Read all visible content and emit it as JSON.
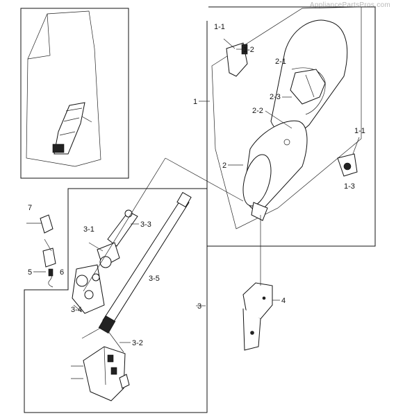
{
  "watermark": "AppliancePartsPros.com",
  "labels": {
    "p1": "1",
    "p1_1_top": "1-1",
    "p1_2": "1-2",
    "p2_1": "2-1",
    "p2_3": "2-3",
    "p2_2": "2-2",
    "p1_1_right": "1-1",
    "p1_3": "1-3",
    "p2": "2",
    "p7": "7",
    "p3_1": "3-1",
    "p3_3": "3-3",
    "p5": "5",
    "p6": "6",
    "p3_5": "3-5",
    "p3_4": "3-4",
    "p3": "3",
    "p4": "4",
    "p3_2": "3-2"
  }
}
